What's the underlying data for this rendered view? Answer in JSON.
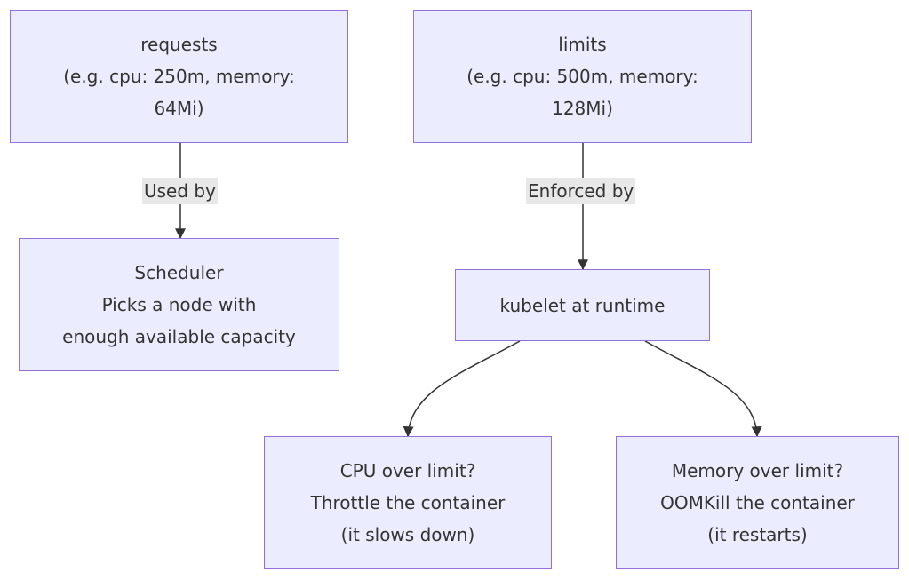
{
  "nodes": {
    "requests": {
      "lines": [
        "requests",
        "(e.g. cpu: 250m, memory:",
        "64Mi)"
      ]
    },
    "limits": {
      "lines": [
        "limits",
        "(e.g. cpu: 500m, memory:",
        "128Mi)"
      ]
    },
    "scheduler": {
      "lines": [
        "Scheduler",
        "Picks a node with",
        "enough available capacity"
      ]
    },
    "kubelet": {
      "lines": [
        "kubelet at runtime"
      ]
    },
    "cpu": {
      "lines": [
        "CPU over limit?",
        "Throttle the container",
        "(it slows down)"
      ]
    },
    "memory": {
      "lines": [
        "Memory over limit?",
        "OOMKill the container",
        "(it restarts)"
      ]
    }
  },
  "edges": {
    "used_by": "Used by",
    "enforced_by": "Enforced by"
  },
  "colors": {
    "node_fill": "#ececff",
    "node_border": "#9370db",
    "edge": "#333333",
    "label_bg": "#e8e8e8",
    "text": "#333333"
  }
}
